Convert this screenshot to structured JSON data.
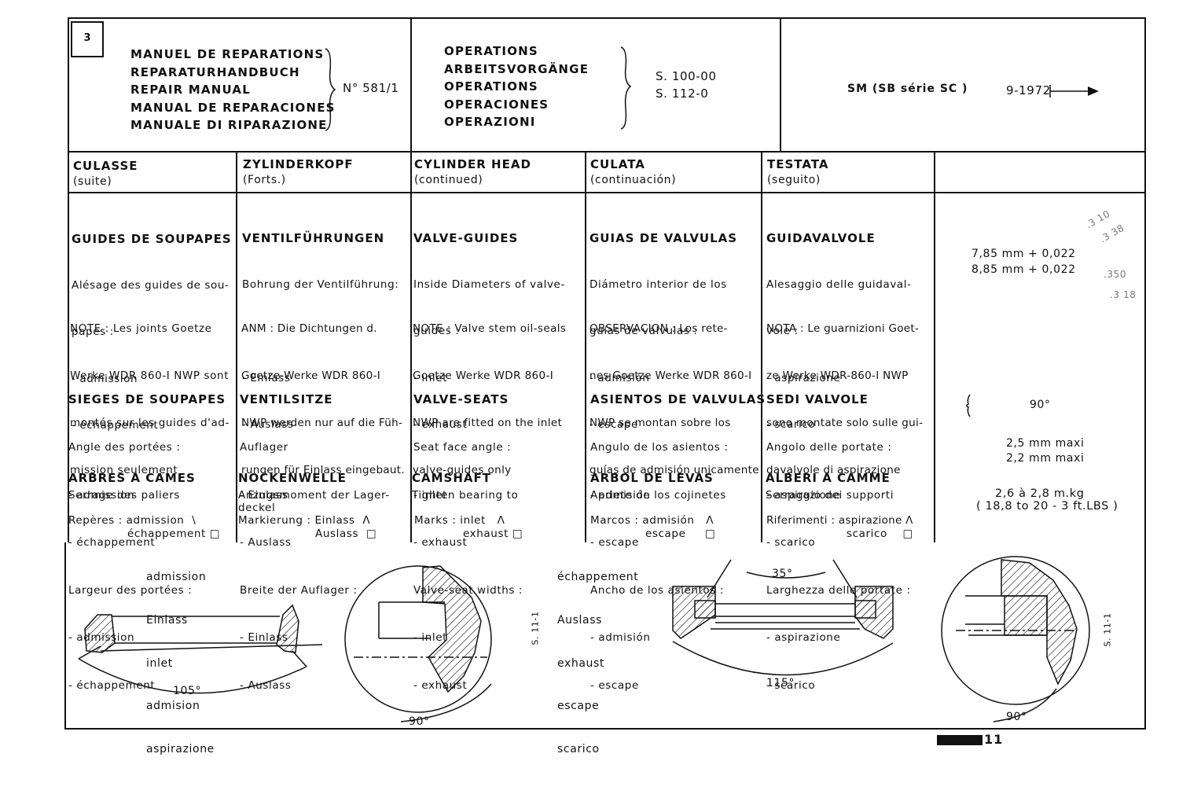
{
  "header": {
    "page_box": "3",
    "manual_titles": [
      "MANUEL DE REPARATIONS",
      "REPARATURHANDBUCH",
      "REPAIR MANUAL",
      "MANUAL DE REPARACIONES",
      "MANUALE DI RIPARAZIONE"
    ],
    "manual_number": "N° 581/1",
    "operation_titles": [
      "OPERATIONS",
      "ARBEITSVORGÄNGE",
      "OPERATIONS",
      "OPERACIONES",
      "OPERAZIONI"
    ],
    "op_codes": [
      "S. 100-00",
      "S. 112-0"
    ],
    "model": "SM (SB série SC )",
    "date": "9-1972"
  },
  "columns": [
    {
      "title": "CULASSE",
      "sub": "(suite)"
    },
    {
      "title": "ZYLINDERKOPF",
      "sub": "(Forts.)"
    },
    {
      "title": "CYLINDER HEAD",
      "sub": "(continued)"
    },
    {
      "title": "CULATA",
      "sub": "(continuación)"
    },
    {
      "title": "TESTATA",
      "sub": "(seguito)"
    }
  ],
  "guides": {
    "fr": {
      "head": "GUIDES DE SOUPAPES",
      "lines": [
        "Alésage des guides de sou-",
        "papes :",
        "- admission",
        "- échappement"
      ]
    },
    "de": {
      "head": "VENTILFÜHRUNGEN",
      "lines": [
        "Bohrung der Ventilführung:",
        "",
        "- Einlass",
        "- Auslass"
      ]
    },
    "en": {
      "head": "VALVE-GUIDES",
      "lines": [
        "Inside Diameters of valve-",
        "guides :",
        "- inlet",
        "- exhaust"
      ]
    },
    "es": {
      "head": "GUIAS DE VALVULAS",
      "lines": [
        "Diámetro interior de los",
        "guías de válvulas :",
        "- admisión",
        "- escape"
      ]
    },
    "it": {
      "head": "GUIDAVALVOLE",
      "lines": [
        "Alesaggio delle guidaval-",
        "vole :",
        "- aspirazione",
        "- scarico"
      ]
    },
    "values": [
      "7,85 mm + 0,022",
      "8,85 mm + 0,022"
    ]
  },
  "notes": {
    "fr": [
      "NOTE : Les joints Goetze",
      "Werke WDR 860-I NWP sont",
      "montés sur les guides d'ad-",
      "mission seulement"
    ],
    "de": [
      "ANM : Die Dichtungen d.",
      "Goetze-Werke WDR 860-I",
      "NWP werden nur auf die Füh-",
      "rungen für Einlass eingebaut."
    ],
    "en": [
      "NOTE : Valve stem oil-seals",
      "Goetze Werke WDR 860-I",
      "NWP are fitted on the inlet",
      "valve-guides only"
    ],
    "es": [
      "OBSERVACION : Los rete-",
      "nes Goetze Werke WDR 860-I",
      "NWP se montan sobre los",
      "guías de admisión unicamente"
    ],
    "it": [
      "NOTA : Le guarnizioni Goet-",
      "ze Werke WDR-860-I NWP",
      "sono montate solo sulle gui-",
      "davalvole di aspirazione"
    ]
  },
  "seats": {
    "fr": {
      "head": "SIEGES DE SOUPAPES",
      "lines": [
        "Angle des portées :",
        "- admission",
        "- échappement",
        "Largeur des portées :",
        "- admission",
        "- échappement"
      ]
    },
    "de": {
      "head": "VENTILSITZE",
      "lines": [
        "Auflager",
        "- Einlass",
        "- Auslass",
        "Breite der Auflager :",
        "- Einlass",
        "- Auslass"
      ]
    },
    "en": {
      "head": "VALVE-SEATS",
      "lines": [
        "Seat face angle :",
        "- inlet",
        "- exhaust",
        "Valve-seat widths :",
        "- inlet",
        "- exhaust"
      ]
    },
    "es": {
      "head": "ASIENTOS DE VALVULAS",
      "lines": [
        "Angulo de los asientos :",
        "- admisión",
        "- escape",
        "Ancho de los asientos :",
        "- admisión",
        "- escape"
      ]
    },
    "it": {
      "head": "SEDI VALVOLE",
      "lines": [
        "Angolo delle portate :",
        "- aspirazione",
        "- scarico",
        "Larghezza delle portate :",
        "- aspirazione",
        "- scarico"
      ]
    },
    "angle": "90°",
    "widths": [
      "2,5 mm maxi",
      "2,2 mm maxi"
    ]
  },
  "cams": {
    "fr": {
      "head": "ARBRES A CAMES",
      "line": "Serrage des paliers",
      "marks": "Repères : admission  \\",
      "marks2": "échappement □"
    },
    "de": {
      "head": "NOCKENWELLE",
      "line": "Anzugsmoment der Lager-",
      "line2": "deckel",
      "marks": "Markierung : Einlass  Λ",
      "marks2": "Auslass  □"
    },
    "en": {
      "head": "CAMSHAFT",
      "line": "Tighten bearing to",
      "marks": "Marks : inlet   Λ",
      "marks2": "exhaust □"
    },
    "es": {
      "head": "ARBOL DE LEVAS",
      "line": "Apriete de los cojinetes",
      "marks": "Marcos : admisión   Λ",
      "marks2": "escape     □"
    },
    "it": {
      "head": "ALBERI A CAMME",
      "line": "Serraggio dei supporti",
      "marks": "Riferimenti : aspirazione Λ",
      "marks2": "scarico    □"
    },
    "torque": [
      "2,6 à 2,8 m.kg",
      "( 18,8 to 20 - 3 ft.LBS )"
    ]
  },
  "figures": {
    "left_labels": [
      "admission",
      "Einlass",
      "inlet",
      "admision",
      "aspirazione"
    ],
    "right_labels": [
      "échappement",
      "Auslass",
      "exhaust",
      "escape",
      "scarico"
    ],
    "angle_105": "105°",
    "angle_90_a": "90°",
    "angle_35": "35°",
    "angle_115": "115°",
    "angle_90_b": "90°",
    "ref_a": "S. 11-1",
    "ref_b": "S. 11-1"
  },
  "margin_notes": [
    ".3 10",
    ".3 38",
    ".350",
    ".3 18"
  ],
  "page_number": "11"
}
